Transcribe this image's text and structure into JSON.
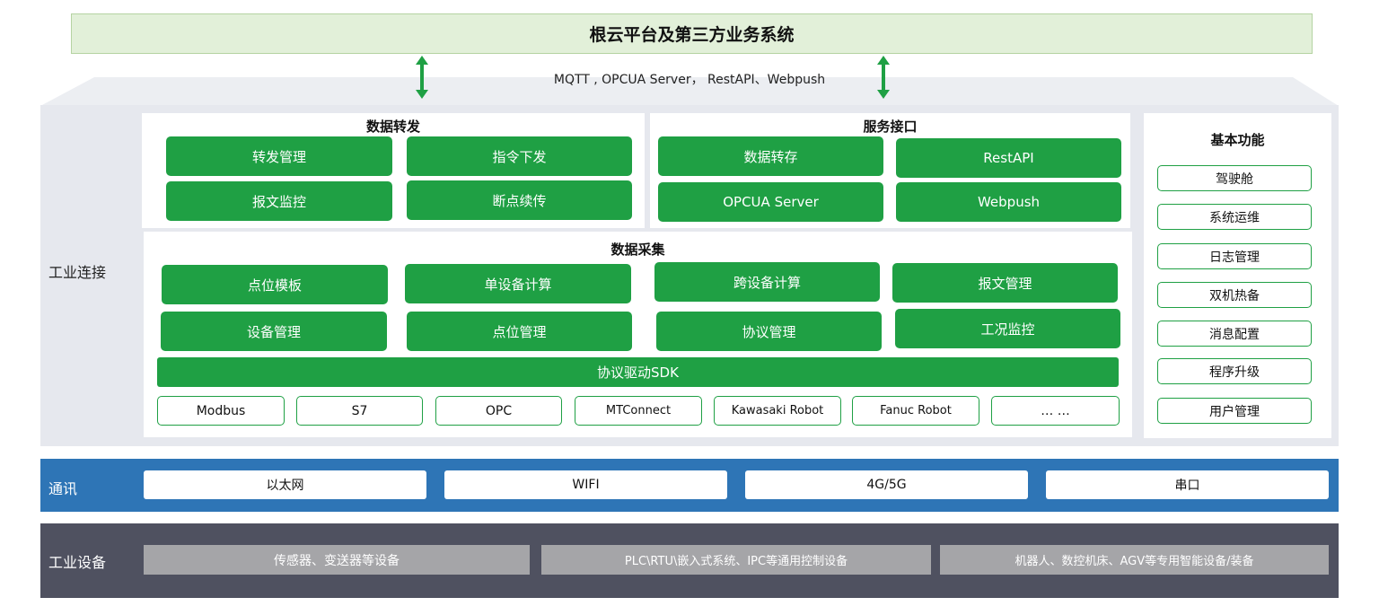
{
  "top": {
    "title": "根云平台及第三方业务系统",
    "protocols": "MQTT , OPCUA Server， RestAPI、Webpush"
  },
  "side_labels": {
    "industrial_connect": "工业连接",
    "communication": "通讯",
    "industrial_devices": "工业设备"
  },
  "data_forward": {
    "title": "数据转发",
    "items": [
      "转发管理",
      "指令下发",
      "报文监控",
      "断点续传"
    ]
  },
  "service_interface": {
    "title": "服务接口",
    "items": [
      "数据转存",
      "RestAPI",
      "OPCUA Server",
      "Webpush"
    ]
  },
  "data_collect": {
    "title": "数据采集",
    "items": [
      "点位模板",
      "单设备计算",
      "跨设备计算",
      "报文管理",
      "设备管理",
      "点位管理",
      "协议管理",
      "工况监控"
    ],
    "sdk": "协议驱动SDK",
    "protocols": [
      "Modbus",
      "S7",
      "OPC",
      "MTConnect",
      "Kawasaki Robot",
      "Fanuc Robot",
      "… …"
    ]
  },
  "basic_functions": {
    "title": "基本功能",
    "items": [
      "驾驶舱",
      "系统运维",
      "日志管理",
      "双机热备",
      "消息配置",
      "程序升级",
      "用户管理"
    ]
  },
  "communication": {
    "items": [
      "以太网",
      "WIFI",
      "4G/5G",
      "串口"
    ]
  },
  "devices": {
    "items": [
      "传感器、变送器等设备",
      "PLC\\RTU\\嵌入式系统、IPC等通用控制设备",
      "机器人、数控机床、AGV等专用智能设备/装备"
    ]
  },
  "colors": {
    "green": "#1fa044",
    "light_green": "#e2f0d9",
    "panel_gray": "#e6e8ee",
    "blue": "#2e75b6",
    "dark": "#4f5160",
    "device_gray": "#a5a5a8"
  }
}
